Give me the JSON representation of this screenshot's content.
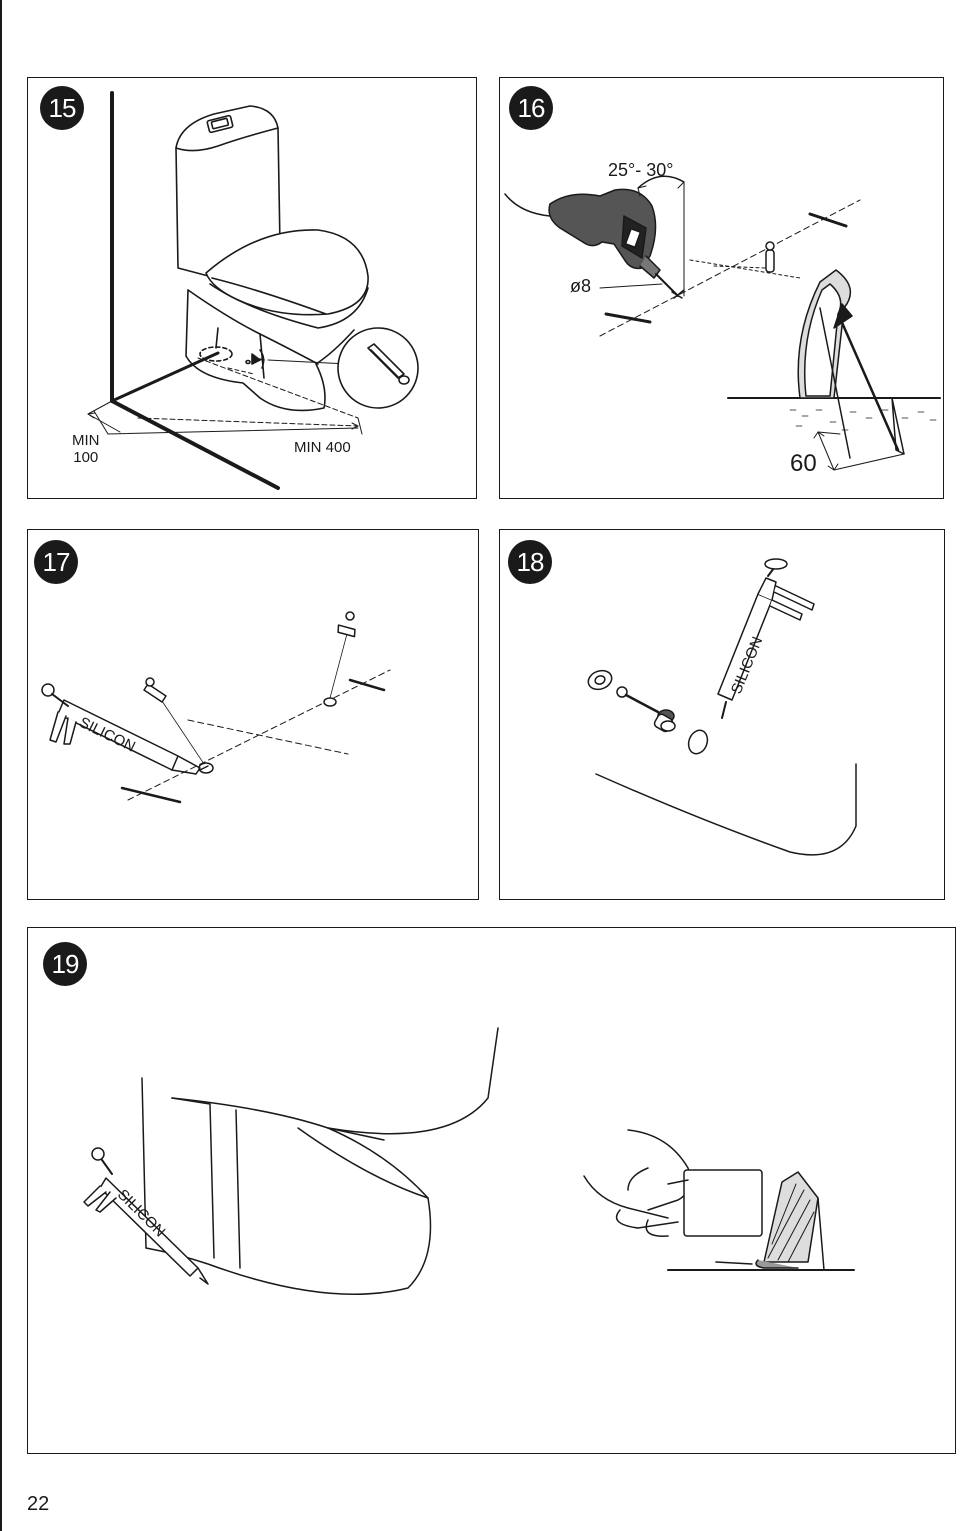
{
  "steps": [
    {
      "number": "15",
      "labels": {
        "min_side": "MIN\n100",
        "min_front": "MIN 400"
      }
    },
    {
      "number": "16",
      "labels": {
        "angle": "25°- 30°",
        "drill_bit": "ø8",
        "depth": "60"
      }
    },
    {
      "number": "17",
      "labels": {
        "tube": "SILICON"
      }
    },
    {
      "number": "18",
      "labels": {
        "tube": "SILICON"
      }
    },
    {
      "number": "19",
      "labels": {
        "tube": "SILICON"
      }
    }
  ],
  "page": {
    "number": "22"
  }
}
